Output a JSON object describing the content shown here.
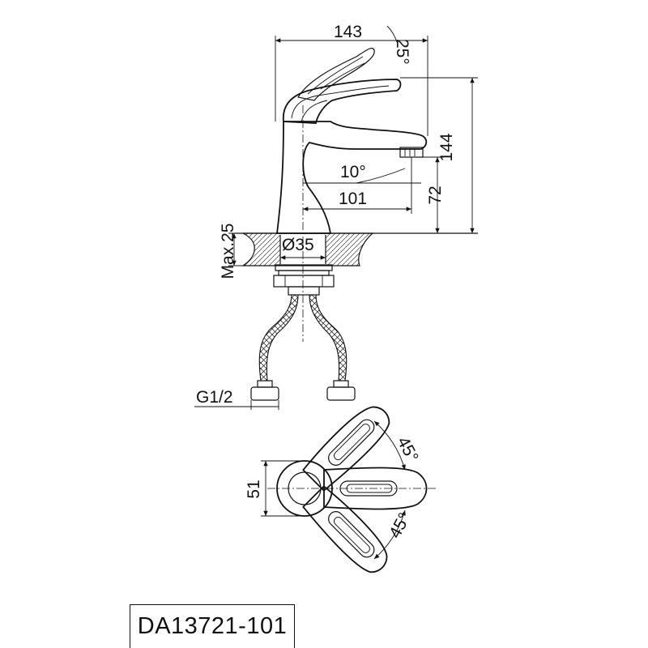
{
  "drawing": {
    "dims": {
      "total_length": "143",
      "lever_angle": "25°",
      "total_height": "144",
      "spout_angle": "10°",
      "spout_reach": "101",
      "spout_height": "72",
      "mount_thickness": "Max.25",
      "mount_hole": "Ø35",
      "hose_thread": "G1/2",
      "body_width": "51",
      "swing_angle_top": "45°",
      "swing_angle_bottom": "45°"
    },
    "model": "DA13721-101"
  }
}
